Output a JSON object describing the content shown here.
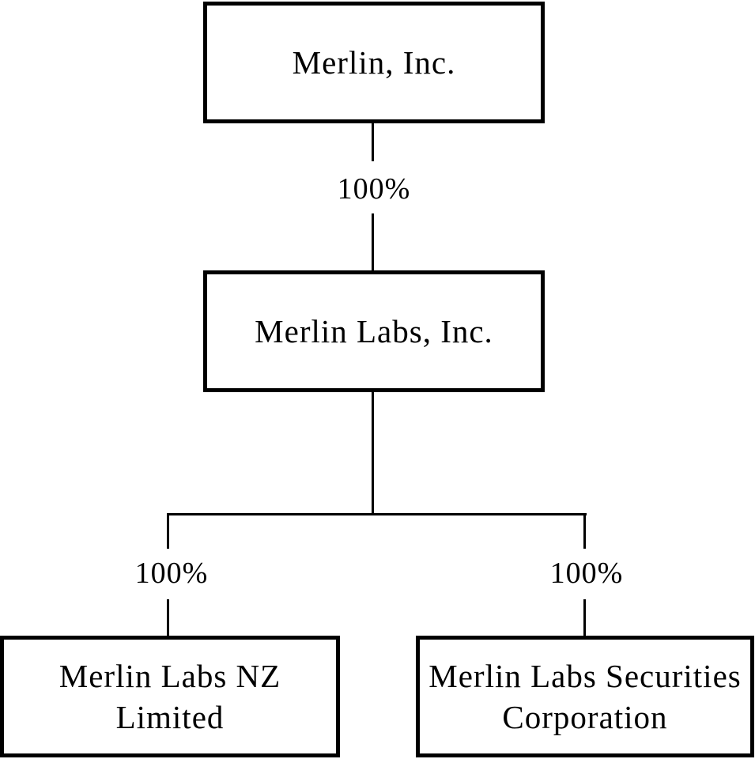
{
  "diagram": {
    "type": "org-chart",
    "background_color": "#ffffff",
    "ink_color": "#000000",
    "nodes": [
      {
        "id": "merlin-inc",
        "lines": [
          "Merlin, Inc."
        ]
      },
      {
        "id": "merlin-labs-inc",
        "lines": [
          "Merlin Labs, Inc."
        ]
      },
      {
        "id": "merlin-labs-nz-limited",
        "lines": [
          "Merlin Labs NZ",
          "Limited"
        ]
      },
      {
        "id": "merlin-labs-securities-corporation",
        "lines": [
          "Merlin Labs Securities",
          "Corporation"
        ]
      }
    ],
    "edges": [
      {
        "from": "merlin-inc",
        "to": "merlin-labs-inc",
        "label": "100%"
      },
      {
        "from": "merlin-labs-inc",
        "to": "merlin-labs-nz-limited",
        "label": "100%"
      },
      {
        "from": "merlin-labs-inc",
        "to": "merlin-labs-securities-corporation",
        "label": "100%"
      }
    ]
  }
}
